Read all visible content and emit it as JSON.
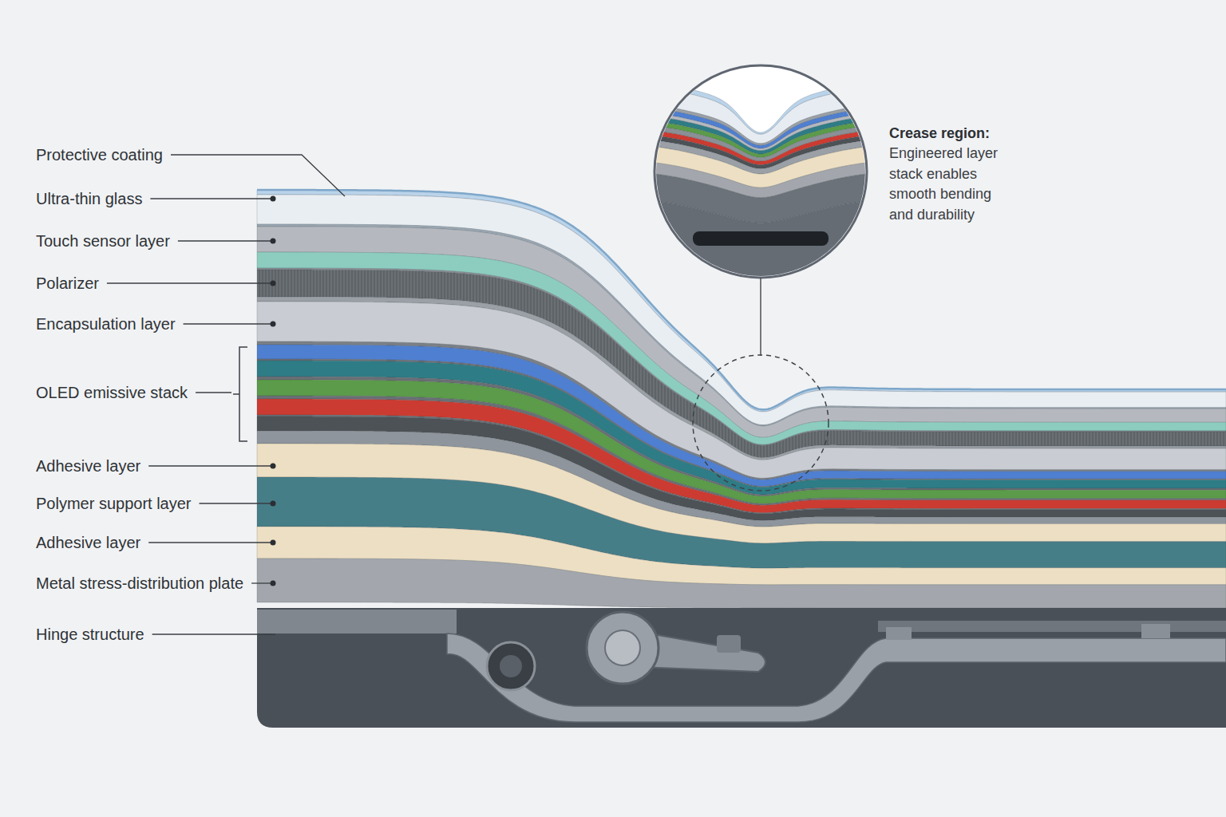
{
  "diagram": {
    "labels": [
      "Protective coating",
      "Ultra-thin glass",
      "Touch sensor layer",
      "Polarizer",
      "Encapsulation layer",
      "OLED emissive stack",
      "Adhesive layer",
      "Polymer support layer",
      "Adhesive layer",
      "Metal stress-distribution plate",
      "Hinge structure",
      "Crease region:",
      "Engineered layer stack enables smooth bending and durability"
    ]
  }
}
